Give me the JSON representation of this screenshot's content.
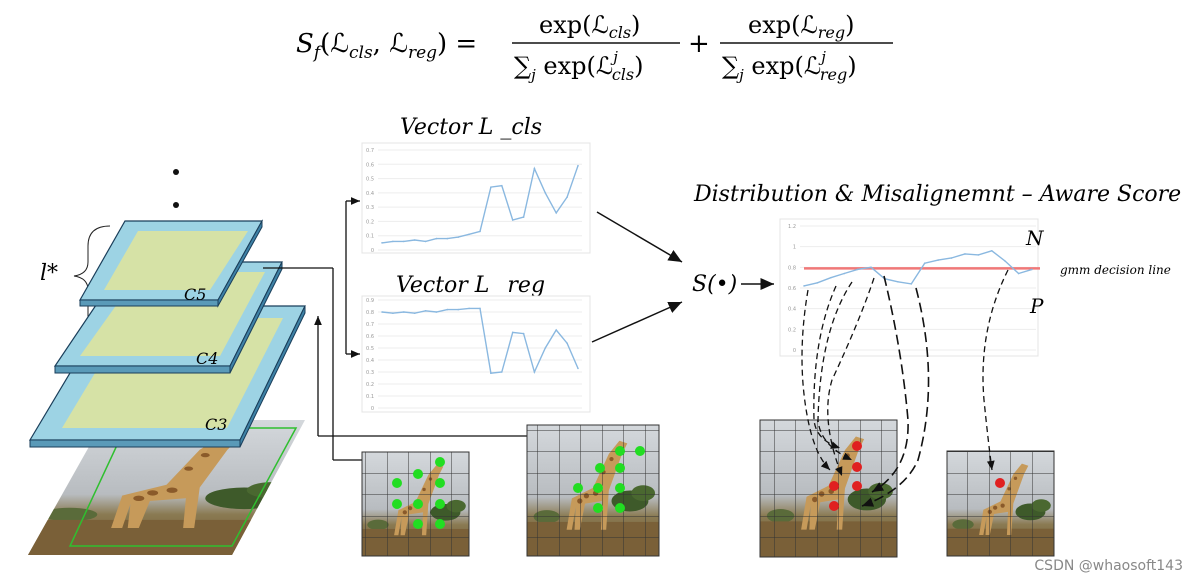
{
  "formula": {
    "lhs": "S",
    "lhs_sub": "f",
    "args": "(ℒ",
    "arg1_sub": "cls",
    "comma": ", ℒ",
    "arg2_sub": "reg",
    "close": ") =",
    "frac1_num": "exp(ℒ",
    "frac1_num_sub": "cls",
    "frac1_num_close": ")",
    "frac1_den": "∑",
    "frac1_den_j": "j",
    "frac1_den_exp": " exp(ℒ",
    "frac1_den_sup": "j",
    "frac1_den_sub": "cls",
    "frac1_den_close": ")",
    "plus": "+",
    "frac2_num": "exp(ℒ",
    "frac2_num_sub": "reg",
    "frac2_num_close": ")",
    "frac2_den": "∑",
    "frac2_den_j": "j",
    "frac2_den_exp": " exp(ℒ",
    "frac2_den_sup": "j",
    "frac2_den_sub": "reg",
    "frac2_den_close": ")"
  },
  "labels": {
    "vector_cls": "Vector L _cls",
    "vector_reg": "Vector L _reg",
    "score_title": "Distribution & Misalignemnt – Aware Score",
    "s_func": "S(•)",
    "l_star": "l*",
    "c5": "C5",
    "c4": "C4",
    "c3": "C3",
    "n_label": "N",
    "p_label": "P",
    "gmm_line": "gmm decision line",
    "watermark": "CSDN @whaosoft143"
  },
  "colors": {
    "layer_blue": "#9dd3e4",
    "layer_green": "#d6e2a6",
    "series_line": "#8ab8e0",
    "decision_line": "#f07878",
    "green_dot": "#22dd22",
    "red_dot": "#e02020"
  },
  "chart_data": [
    {
      "type": "line",
      "name": "cls-chart",
      "ylim": [
        0,
        0.7
      ],
      "yticks": [
        "0.7",
        "0.6",
        "0.5",
        "0.4",
        "0.3",
        "0.2",
        "0.1",
        "0"
      ],
      "values": [
        0.05,
        0.06,
        0.06,
        0.07,
        0.06,
        0.08,
        0.08,
        0.09,
        0.11,
        0.13,
        0.44,
        0.45,
        0.21,
        0.23,
        0.57,
        0.4,
        0.26,
        0.37,
        0.59
      ]
    },
    {
      "type": "line",
      "name": "reg-chart",
      "ylim": [
        0,
        0.9
      ],
      "yticks": [
        "0.9",
        "0.8",
        "0.7",
        "0.6",
        "0.5",
        "0.4",
        "0.3",
        "0.2",
        "0.1",
        "0"
      ],
      "values": [
        0.8,
        0.79,
        0.8,
        0.79,
        0.81,
        0.8,
        0.82,
        0.82,
        0.83,
        0.83,
        0.29,
        0.3,
        0.63,
        0.62,
        0.3,
        0.5,
        0.65,
        0.54,
        0.33
      ]
    },
    {
      "type": "line",
      "name": "score-chart",
      "ylim": [
        0,
        1.2
      ],
      "yticks": [
        "1.2",
        "1",
        "0.8",
        "0.6",
        "0.4",
        "0.2",
        "0"
      ],
      "values": [
        0.62,
        0.65,
        0.7,
        0.74,
        0.78,
        0.8,
        0.69,
        0.66,
        0.64,
        0.84,
        0.87,
        0.89,
        0.93,
        0.92,
        0.96,
        0.86,
        0.74,
        0.78
      ],
      "decision_line": 0.79
    }
  ]
}
